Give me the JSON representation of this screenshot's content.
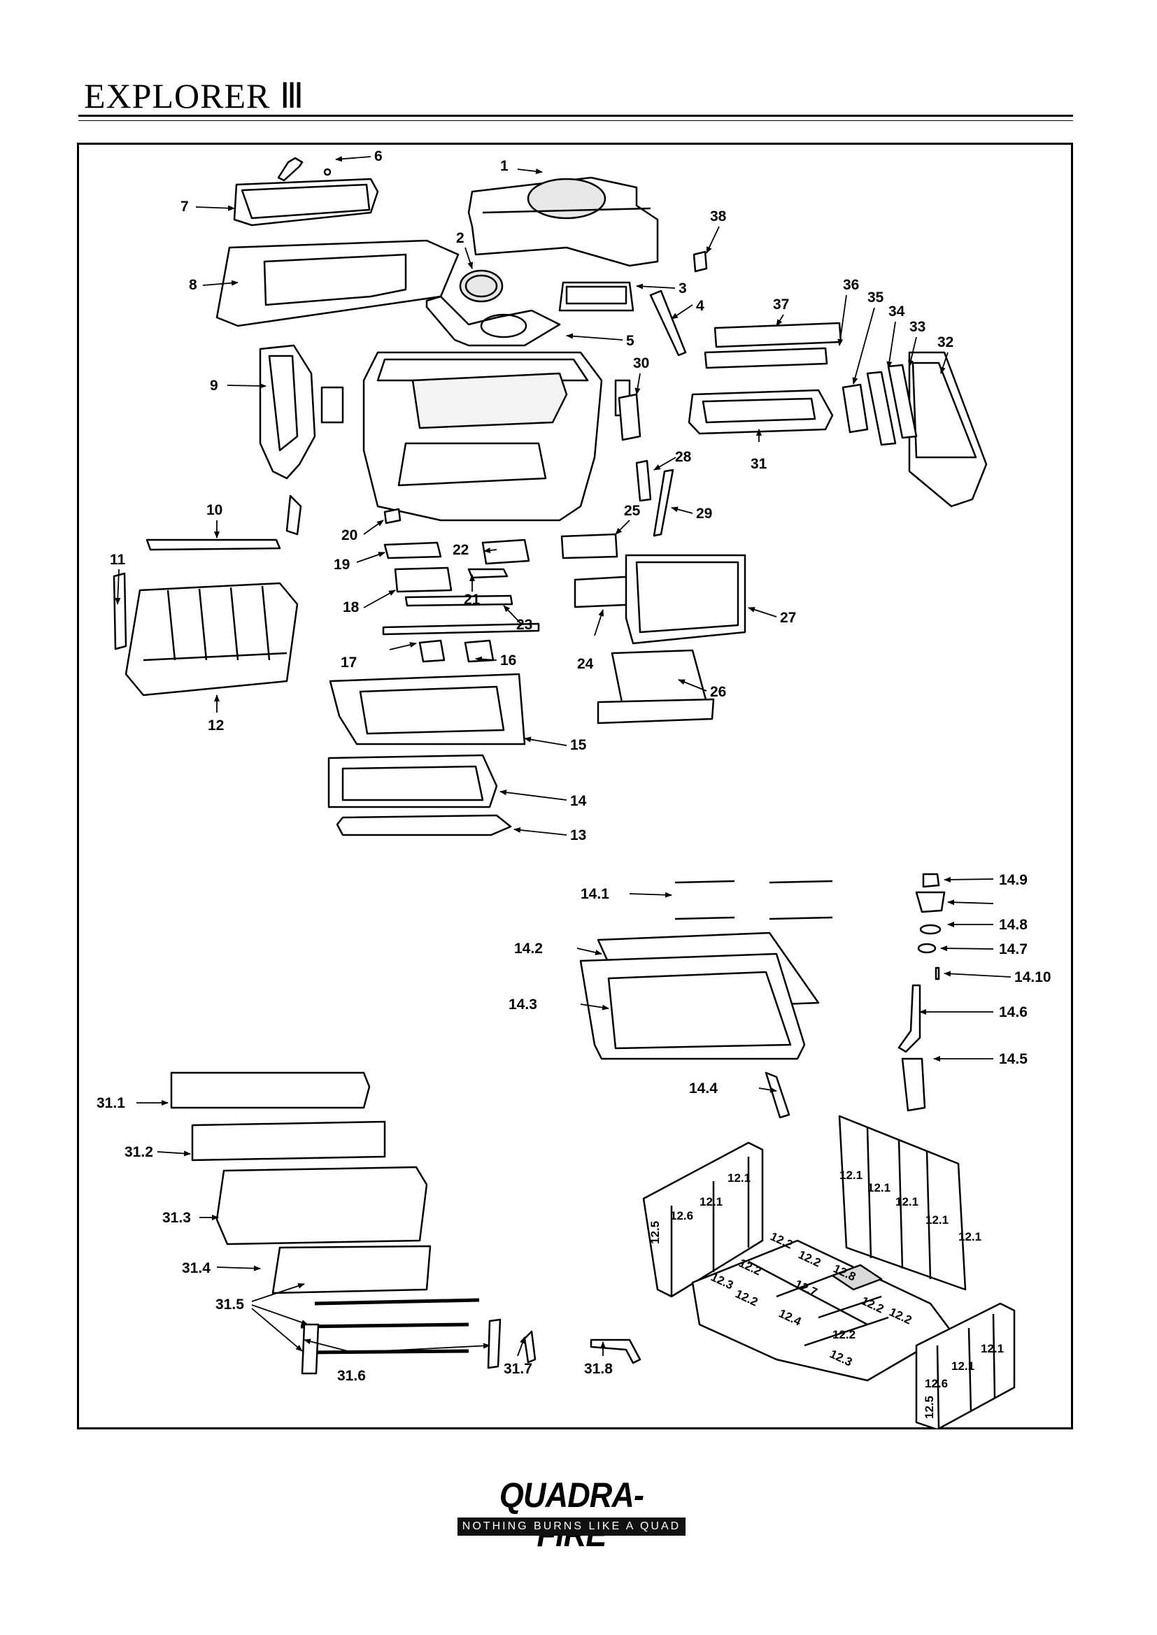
{
  "page": {
    "title": "EXPLORER Ⅲ"
  },
  "brand": {
    "name": "QUADRA-FIRE",
    "tagline": "NOTHING BURNS LIKE A QUAD"
  },
  "callouts": [
    "1",
    "2",
    "3",
    "4",
    "5",
    "6",
    "7",
    "8",
    "9",
    "10",
    "11",
    "12",
    "13",
    "14",
    "15",
    "16",
    "17",
    "18",
    "19",
    "20",
    "21",
    "22",
    "23",
    "24",
    "25",
    "26",
    "27",
    "28",
    "29",
    "30",
    "31",
    "32",
    "33",
    "34",
    "35",
    "36",
    "37",
    "38"
  ],
  "door_callouts": [
    "14.1",
    "14.2",
    "14.3",
    "14.4",
    "14.5",
    "14.6",
    "14.7",
    "14.8",
    "14.9",
    "14.10"
  ],
  "baffle_callouts": [
    "31.1",
    "31.2",
    "31.3",
    "31.4",
    "31.5",
    "31.6",
    "31.7",
    "31.8"
  ],
  "brick_labels": [
    "12.1",
    "12.2",
    "12.3",
    "12.4",
    "12.5",
    "12.6",
    "12.7",
    "12.8"
  ],
  "colors": {
    "line": "#000000",
    "fill": "#ffffff",
    "shade": "#d9d9d9"
  }
}
